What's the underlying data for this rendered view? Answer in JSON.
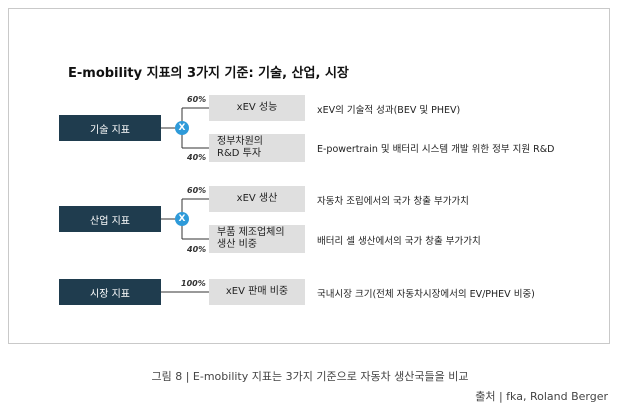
{
  "title": "E-mobility 지표의 3가지 기준: 기술, 산업, 시장",
  "groups": [
    {
      "category": "기술 지표",
      "rows": [
        {
          "pct": "60%",
          "label": "xEV 성능",
          "desc": "xEV의 기술적 성과(BEV 및 PHEV)"
        },
        {
          "pct": "40%",
          "label": "정부차원의\nR&D 투자",
          "desc": "E-powertrain 및 배터리 시스템 개발 위한 정부 지원 R&D"
        }
      ]
    },
    {
      "category": "산업 지표",
      "rows": [
        {
          "pct": "60%",
          "label": "xEV 생산",
          "desc": "자동차 조립에서의 국가 창출 부가가치"
        },
        {
          "pct": "40%",
          "label": "부품 제조업체의\n생산 비중",
          "desc": "배터리 셀 생산에서의 국가 창출 부가가치"
        }
      ]
    },
    {
      "category": "시장 지표",
      "rows": [
        {
          "pct": "100%",
          "label": "xEV 판매 비중",
          "desc": "국내시장 크기(전체 자동차시장에서의 EV/PHEV 비중)"
        }
      ]
    }
  ],
  "cross_symbol": "X",
  "caption": "그림 8 | E-mobility 지표는 3가지 기준으로 자동차 생산국들을 비교",
  "source": "출처 | fka, Roland Berger",
  "colors": {
    "category_bg": "#1f3c4e",
    "sub_bg": "#dfdfdf",
    "cross": "#2e9ad9",
    "line": "#333333"
  }
}
